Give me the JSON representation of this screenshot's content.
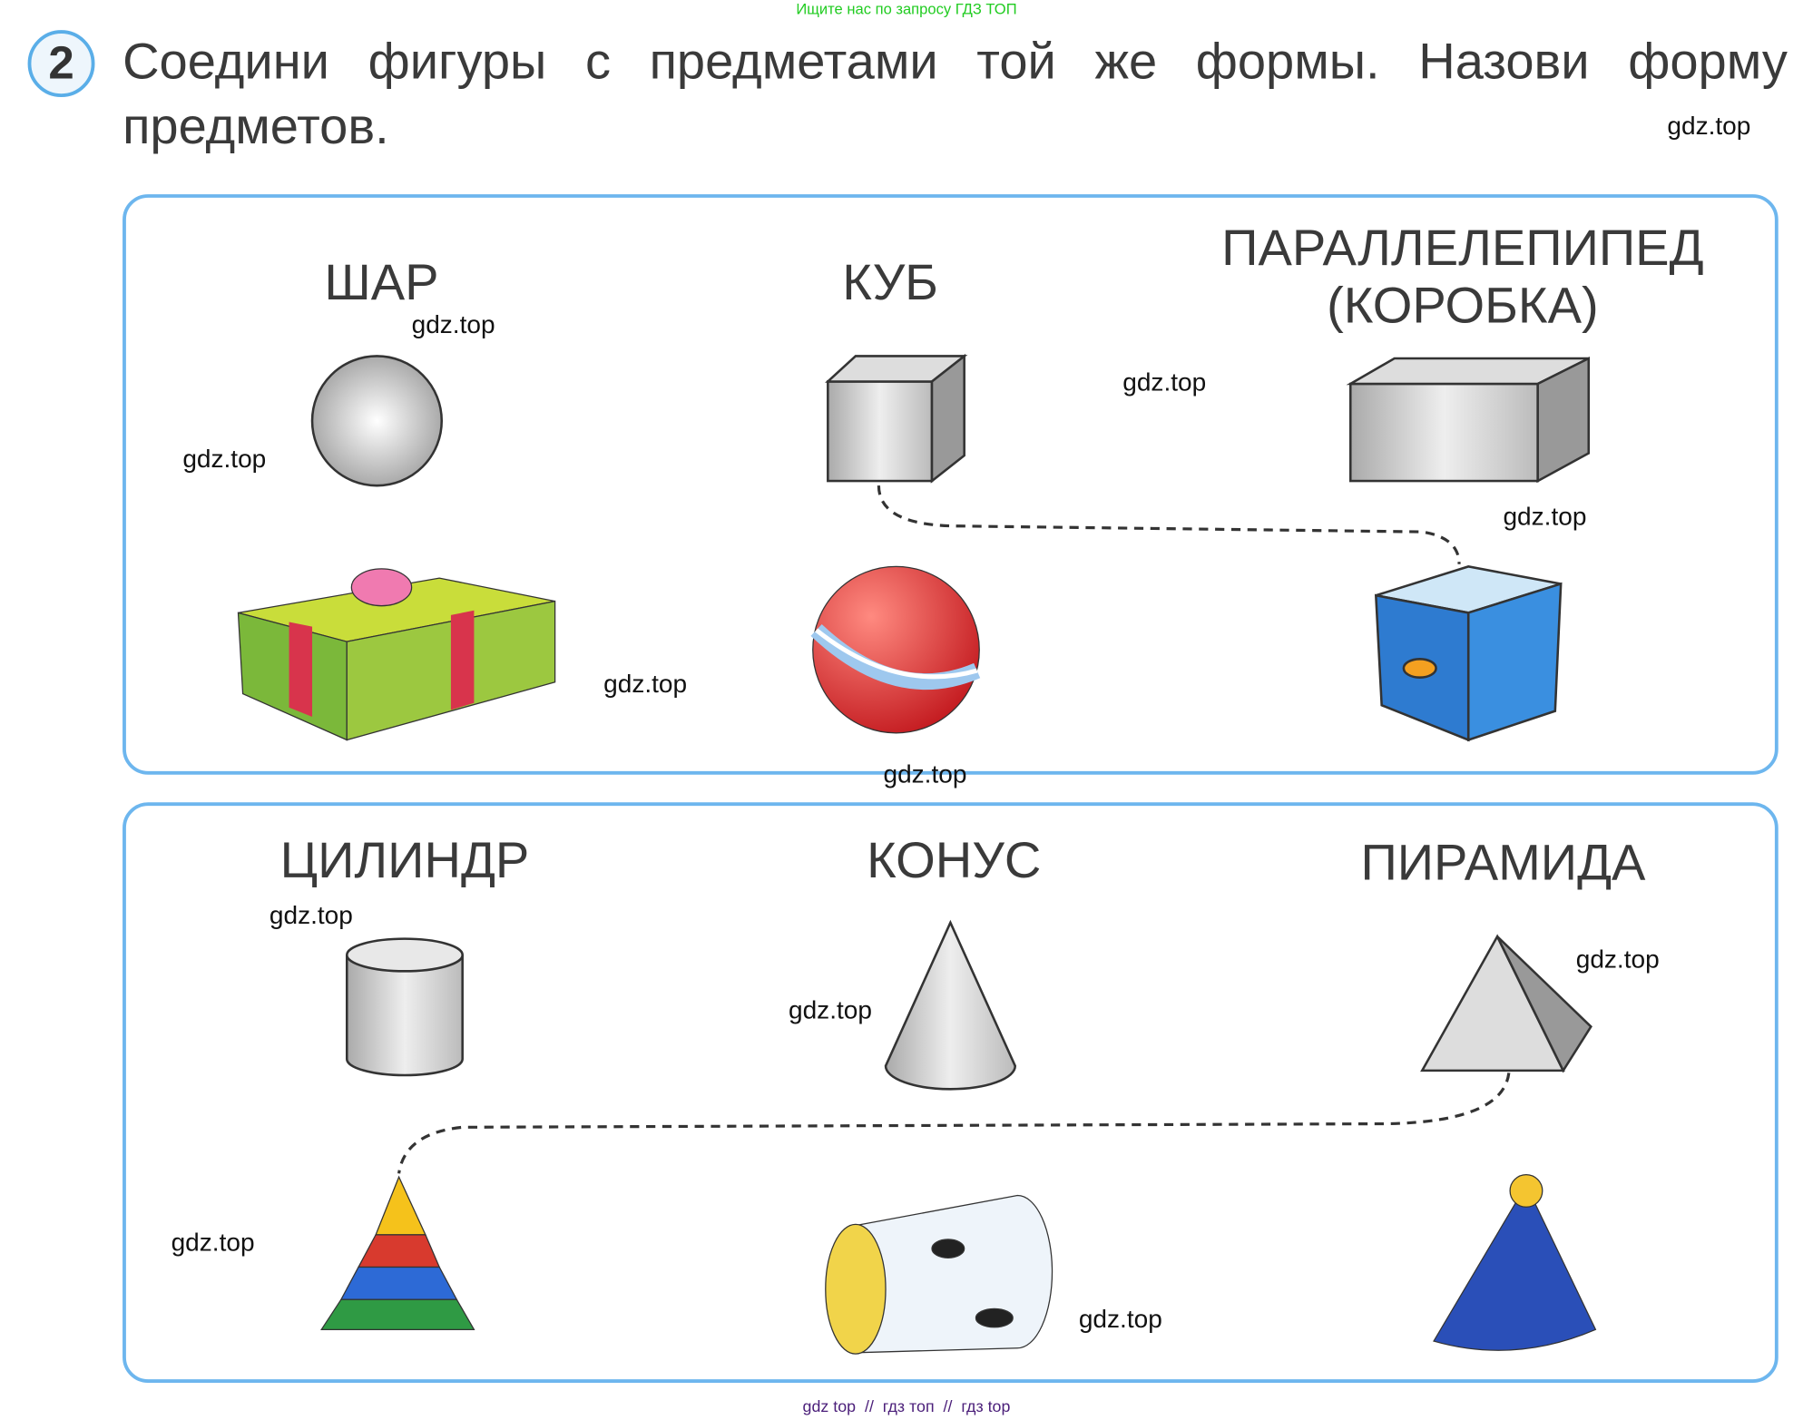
{
  "header": {
    "ad_text": "Ищите нас по запросу ГДЗ ТОП",
    "task_number": "2",
    "task_text": "Соедини фигуры с предметами той же формы. Назови форму предметов."
  },
  "panel_top": {
    "labels": [
      "ШАР",
      "КУБ",
      "ПАРАЛЛЕЛЕПИПЕД",
      "(КОРОБКА)"
    ]
  },
  "panel_bottom": {
    "labels": [
      "ЦИЛИНДР",
      "КОНУС",
      "ПИРАМИДА"
    ]
  },
  "watermark": "gdz.top",
  "footer": "gdz top  //  гдз топ  //  гдз top",
  "colors": {
    "accent": "#6db6ee",
    "ad": "#22cc22",
    "footer": "#4b1f7a"
  }
}
